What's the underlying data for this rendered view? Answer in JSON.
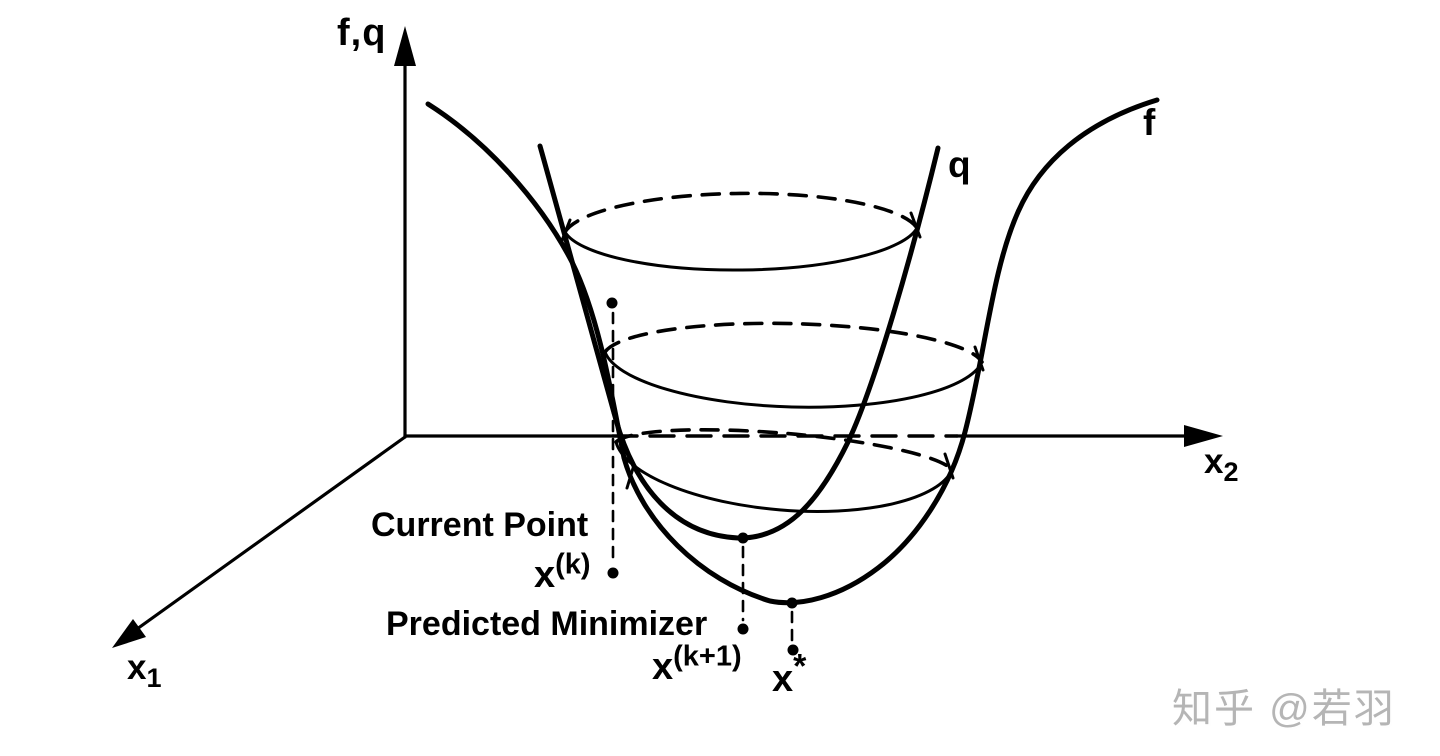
{
  "figure": {
    "background": "#ffffff",
    "ink_color": "#000000",
    "description": "3D sketch of objective function f and its quadratic model q over the x1-x2 plane, with level curves, current point, predicted minimizer and true minimizer"
  },
  "axis_labels": {
    "vertical": "f,q",
    "x1_base": "x",
    "x1_sub": "1",
    "x2_base": "x",
    "x2_sub": "2"
  },
  "curve_labels": {
    "objective": "f",
    "quadratic_model": "q"
  },
  "point_labels": {
    "current_point_caption": "Current Point",
    "current_point_base": "x",
    "current_point_sup": "(k)",
    "predicted_minimizer_caption": "Predicted Minimizer",
    "predicted_minimizer_base": "x",
    "predicted_minimizer_sup": "(k+1)",
    "true_minimizer_base": "x",
    "true_minimizer_sup": "*"
  },
  "watermark": {
    "text": "知乎 @若羽",
    "color": "#b5b5b5"
  }
}
